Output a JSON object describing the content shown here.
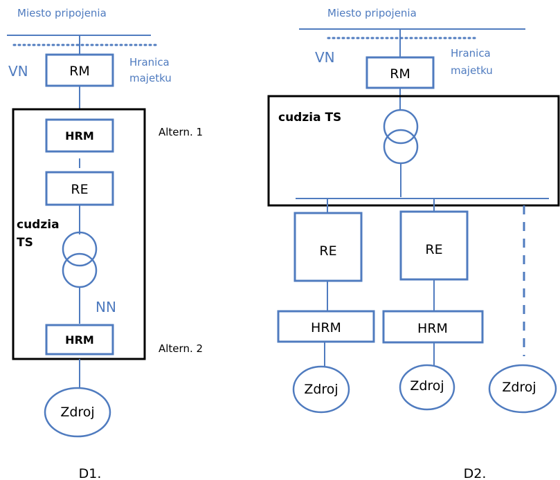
{
  "d1": {
    "connection_point": "Miesto pripojenia",
    "vn": "VN",
    "rm": "RM",
    "property_boundary_line1": "Hranica",
    "property_boundary_line2": "majetku",
    "hrm_top": "HRM",
    "alt1": "Altern. 1",
    "re": "RE",
    "station_line1": "cudzia",
    "station_line2": "TS",
    "nn": "NN",
    "hrm_bottom": "HRM",
    "alt2": "Altern. 2",
    "source": "Zdroj",
    "caption": "D1."
  },
  "d2": {
    "connection_point": "Miesto pripojenia",
    "vn": "VN",
    "rm": "RM",
    "property_boundary_line1": "Hranica",
    "property_boundary_line2": "majetku",
    "station": "cudzia TS",
    "branches": [
      {
        "re": "RE",
        "hrm": "HRM",
        "source": "Zdroj"
      },
      {
        "re": "RE",
        "hrm": "HRM",
        "source": "Zdroj"
      },
      {
        "source": "Zdroj"
      }
    ],
    "caption": "D2."
  },
  "colors": {
    "line_blue": "#4f7bbf",
    "frame_black": "#000000"
  }
}
